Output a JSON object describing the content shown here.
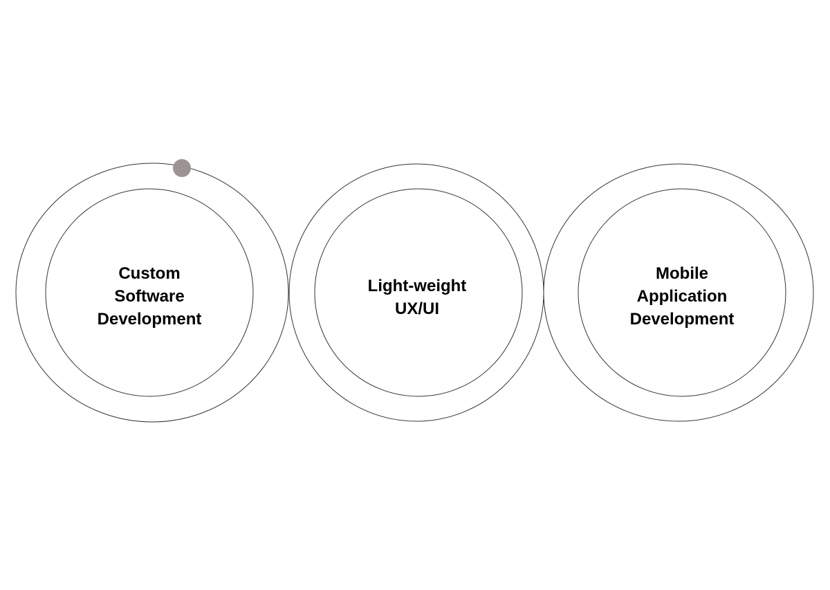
{
  "services": [
    {
      "lines": [
        "Custom",
        "Software",
        "Development"
      ]
    },
    {
      "lines": [
        "Light-weight",
        "UX/UI"
      ]
    },
    {
      "lines": [
        "Mobile",
        "Application",
        "Development"
      ]
    }
  ],
  "colors": {
    "stroke": "#333333",
    "marker": "#9e9393",
    "text": "#000000"
  }
}
